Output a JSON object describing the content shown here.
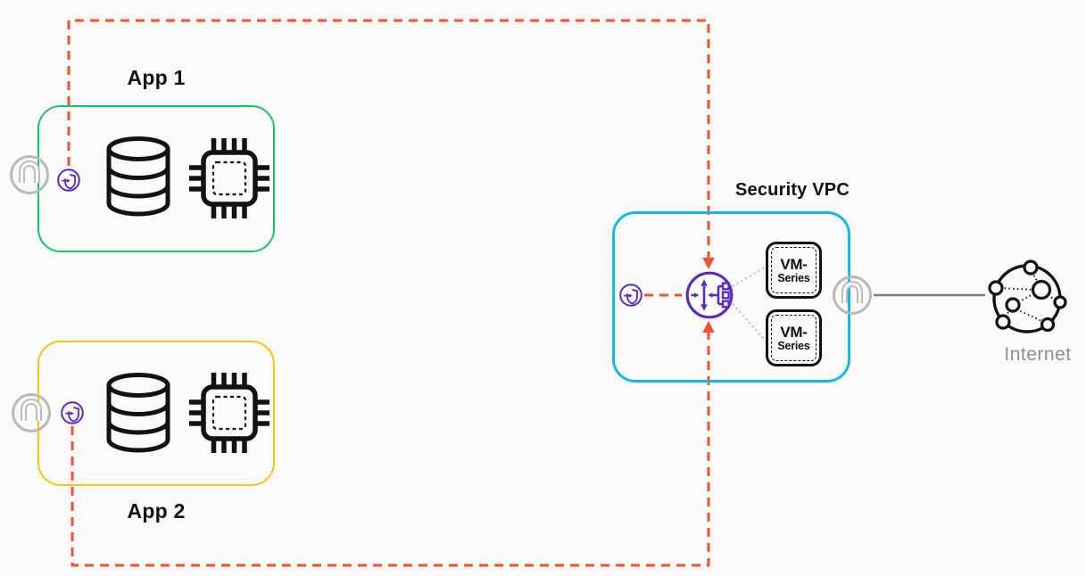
{
  "labels": {
    "app1": "App 1",
    "app2": "App 2",
    "security_vpc": "Security VPC",
    "internet": "Internet"
  },
  "vm_series": [
    {
      "line1": "VM-",
      "line2": "Series"
    },
    {
      "line1": "VM-",
      "line2": "Series"
    }
  ],
  "icons": {
    "database": "database-icon",
    "cpu": "cpu-chip-icon",
    "gateway": "internet-gateway-icon",
    "endpoint": "gwlb-endpoint-icon",
    "load_balancer": "gateway-load-balancer-icon",
    "internet": "internet-globe-icon"
  },
  "colors": {
    "bg": "#FAFAFA",
    "green": "#17C568",
    "yellow": "#FFC20D",
    "cyan": "#16B8E6",
    "orange": "#F4512C",
    "purple": "#5B2BC0",
    "gray-icon": "#B9B9B9",
    "gray-line": "#7C7C7C",
    "gray-dot": "#ABABAB",
    "ink": "#121212",
    "muted": "#8E8E93"
  }
}
